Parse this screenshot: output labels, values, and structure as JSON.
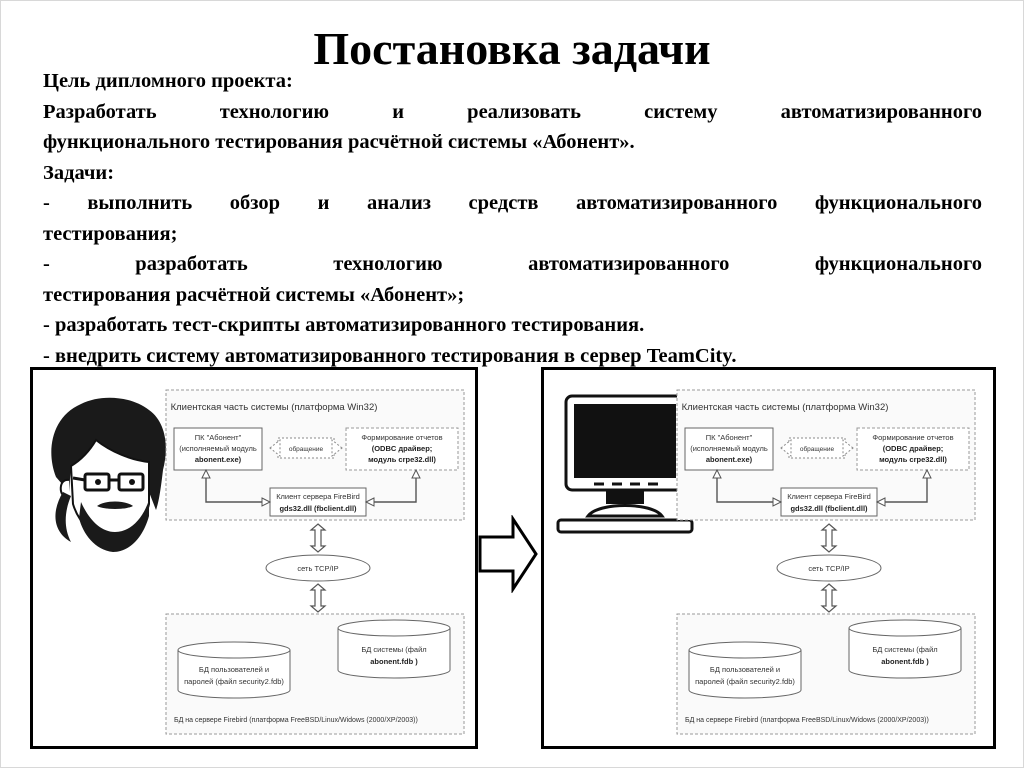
{
  "title": "Постановка задачи",
  "goal_heading": "Цель дипломного проекта:",
  "goal_line1": "Разработать технологию и реализовать систему автоматизированного",
  "goal_line2": "функционального тестирования расчётной системы «Абонент».",
  "tasks_heading": "Задачи:",
  "task1_line1": "- выполнить обзор и анализ средств автоматизированного функционального",
  "task1_line2": "тестирования;",
  "task2_line1": "- разработать технологию автоматизированного функционального",
  "task2_line2": "тестирования расчётной системы «Абонент»;",
  "task3": "- разработать тест-скрипты автоматизированного тестирования.",
  "task4": "- внедрить систему автоматизированного тестирования в сервер TeamCity.",
  "diagram": {
    "client_title": "Клиентская часть системы (платформа Win32)",
    "pc_line1": "ПК \"Абонент\"",
    "pc_line2": "(исполняемый модуль",
    "pc_line3": "abonent.exe)",
    "reports_line1": "Формирование отчетов",
    "reports_line2": "(ODBC драйвер;",
    "reports_line3": "модуль crpe32.dll)",
    "call_label": "обращение",
    "fb_client_line1": "Клиент сервера FireBird",
    "fb_client_line2": "gds32.dll (fbclient.dll)",
    "network": "сеть TCP/IP",
    "db_users_line1": "БД пользователей и",
    "db_users_line2": "паролей (файл security2.fdb)",
    "db_system_line1": "БД системы (файл",
    "db_system_line2": "abonent.fdb )",
    "server_caption": "БД на сервере Firebird (платформа FreeBSD/Linux/Widows (2000/XP/2003))"
  }
}
